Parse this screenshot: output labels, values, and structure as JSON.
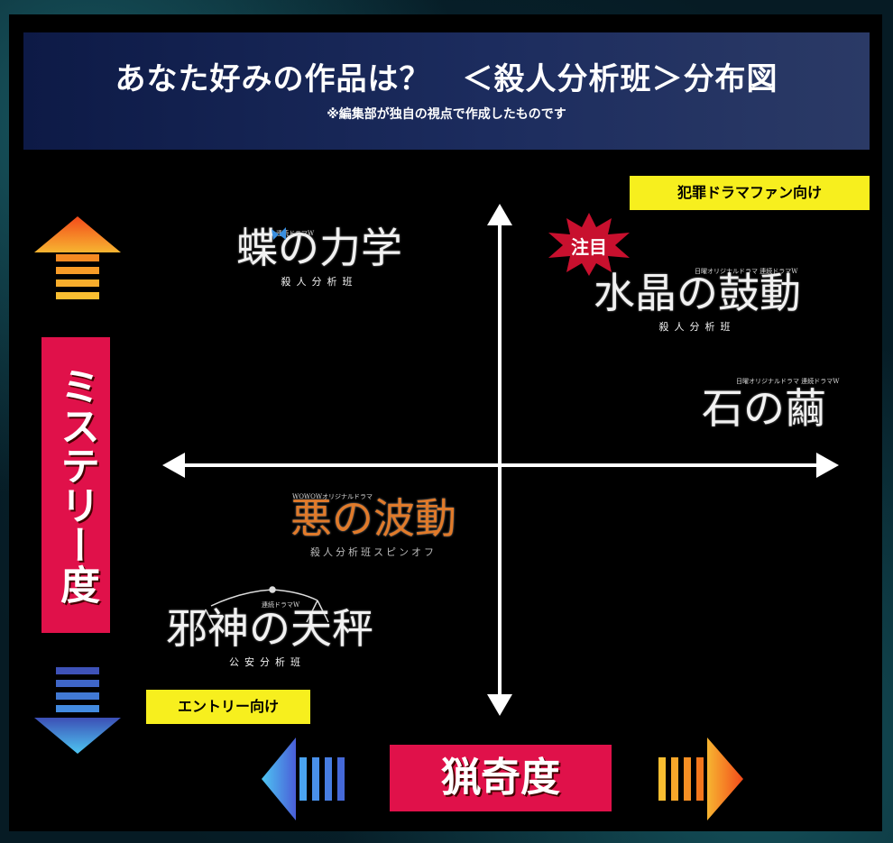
{
  "header": {
    "title": "あなた好みの作品は？　＜殺人分析班＞分布図",
    "note": "※編集部が独自の視点で作成したものです"
  },
  "tags": {
    "top_right": "犯罪ドラマファン向け",
    "bottom_left": "エントリー向け"
  },
  "axes": {
    "vertical": "ミステリー度",
    "horizontal": "猟奇度"
  },
  "badge": "注目",
  "works": [
    {
      "title": "蝶の力学",
      "sub": "殺人分析班",
      "small": "連続ドラマW"
    },
    {
      "title": "水晶の鼓動",
      "sub": "殺人分析班",
      "small": "日曜オリジナルドラマ 連続ドラマW"
    },
    {
      "title": "石の繭",
      "sub": "",
      "small": "日曜オリジナルドラマ 連続ドラマW"
    },
    {
      "title": "悪の波動",
      "sub": "殺人分析班スピンオフ",
      "small": "WOWOWオリジナルドラマ"
    },
    {
      "title": "邪神の天秤",
      "sub": "公安分析班",
      "small": "連続ドラマW"
    }
  ],
  "colors": {
    "accent_red": "#e0114a",
    "tag_yellow": "#f7ef1e",
    "orange": "#f36a1d",
    "blue": "#4aa3f0"
  }
}
